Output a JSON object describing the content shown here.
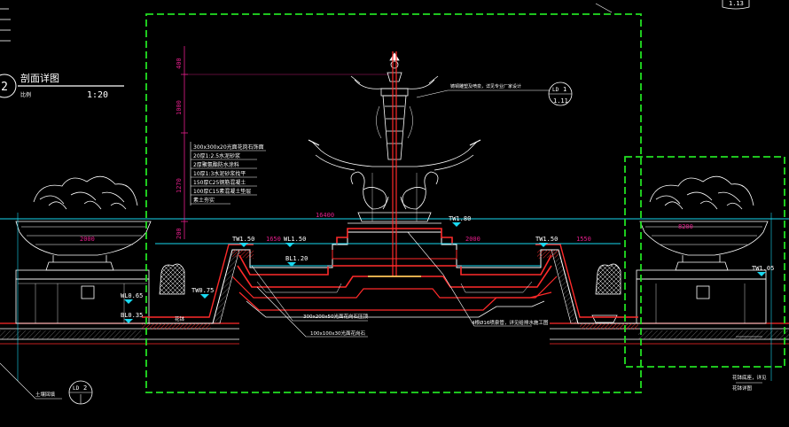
{
  "drawing": {
    "title": "剖面详图",
    "sheet_no": "2",
    "scale_prefix": "比例",
    "scale": "1:20",
    "corner_ref": "1.13",
    "colors": {
      "background": "#000000",
      "frame": "#22e022",
      "line": "#ffffff",
      "waterproof": "#ff2a2a",
      "dim": "#e61e8c",
      "callout": "#ffffff",
      "cyan": "#19d8f0",
      "text": "#ffffff",
      "mark": "#ffe060"
    }
  },
  "callout_ref_top": {
    "number": "1",
    "sheet": "1.11",
    "prefix": "LD"
  },
  "callout_ref_bottom": {
    "number": "2",
    "prefix": "LD"
  },
  "levels": {
    "tw_top": "TW1.80",
    "tw_left": "TW1.50",
    "wl": "WL1.50",
    "bl_mid": "BL1.20",
    "tw_right": "TW1.50",
    "tw_right_low": "TW1.05",
    "tw_left_low": "TW0.75",
    "wl_left_low": "WL0.65",
    "bl_left_low": "BL0.35"
  },
  "dimensions": {
    "total_width": "16400",
    "left_pool": "2000",
    "left_step": "1650",
    "right_pool": "2000",
    "right_step": "1550",
    "right_width": "8200",
    "v_top": "400",
    "v_mid": "1000",
    "v_bot": "1270",
    "v_base": "200"
  },
  "layer_notes": [
    "300x300x20光面花岗石饰面",
    "20厚1:2.5水泥砂浆",
    "2厚聚氨酯防水涂料",
    "10厚1:3水泥砂浆找平",
    "150厚C25钢筋混凝土",
    "100厚C15素混凝土垫层",
    "素土夯实"
  ],
  "leaders": {
    "sculpture": "铸铜雕塑及喷泉，详见专业厂家设计",
    "rail": "300x200x50光面花岗石压顶",
    "coping": "100x100x30光面花岗石",
    "pipe": "4根Ø16喷泉管，详见给排水施工图",
    "planter_note": "花钵",
    "bottom_left": "土壤回填",
    "right_notes": [
      "花钵底座，详见",
      "花钵详图"
    ]
  }
}
